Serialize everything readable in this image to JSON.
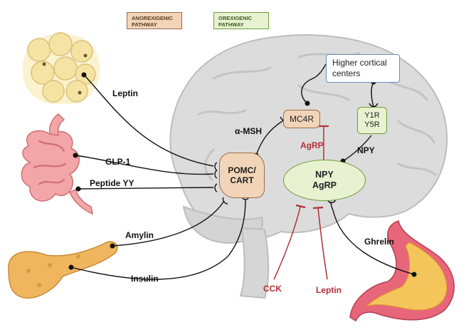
{
  "legend": {
    "anorexigenic": "ANOREXIGENIC PATHWAY",
    "orexigenic": "OREXIGENIC PATHWAY"
  },
  "nodes": {
    "pomc": "POMC/ CART",
    "npy_agrp": "NPY AgRP",
    "mc4r": "MC4R",
    "y1r_y5r": "Y1R Y5R",
    "cortical": "Higher cortical centers"
  },
  "labels": {
    "leptin_top": "Leptin",
    "glp1": "GLP-1",
    "peptide_yy": "Peptide YY",
    "amylin": "Amylin",
    "insulin": "Insulin",
    "alpha_msh": "α-MSH",
    "agrp": "AgRP",
    "npy": "NPY",
    "ghrelin": "Ghrelin",
    "cck": "CCK",
    "leptin_bottom": "Leptin"
  },
  "colors": {
    "anorexigenic_fill": "#f2d5b8",
    "anorexigenic_border": "#9a6b45",
    "orexigenic_fill": "#e8f2d0",
    "orexigenic_border": "#6e9a3c",
    "inhibit_red": "#b03038",
    "cortical_border": "#6a8fbf"
  }
}
